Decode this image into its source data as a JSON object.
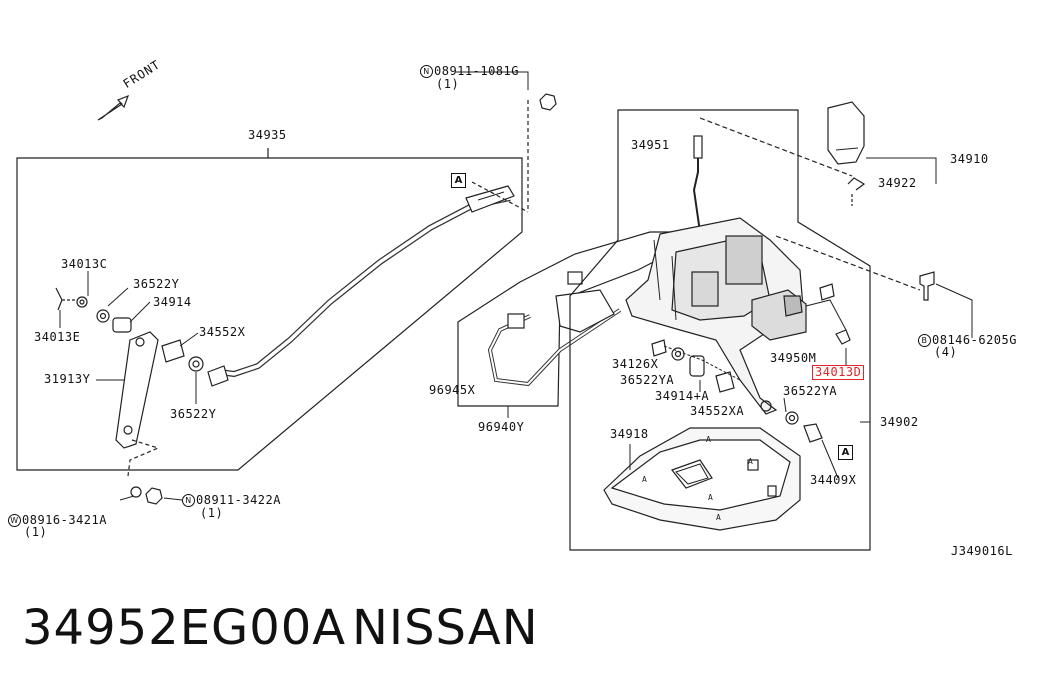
{
  "diagram": {
    "front_label": "FRONT",
    "reference_marker": "A",
    "drawing_code": "J349016L",
    "parts": {
      "p34935": "34935",
      "p34013C": "34013C",
      "p36522Y_a": "36522Y",
      "p34914": "34914",
      "p34013E": "34013E",
      "p34552X": "34552X",
      "p31913Y": "31913Y",
      "p36522Y_b": "36522Y",
      "p08916": "08916-3421A",
      "p08916_qty": "(1)",
      "p08916_sym": "W",
      "p08911_3422A": "08911-3422A",
      "p08911_3422A_qty": "(1)",
      "p08911_3422A_sym": "N",
      "p08911_1081G": "08911-1081G",
      "p08911_1081G_qty": "(1)",
      "p08911_1081G_sym": "N",
      "p96945X": "96945X",
      "p96940Y": "96940Y",
      "p34951": "34951",
      "p34910": "34910",
      "p34922": "34922",
      "p08146": "08146-6205G",
      "p08146_qty": "(4)",
      "p08146_sym": "B",
      "p34950M": "34950M",
      "p34013D": "34013D",
      "p34126X": "34126X",
      "p36522YA_a": "36522YA",
      "p34914A": "34914+A",
      "p34552XA": "34552XA",
      "p36522YA_b": "36522YA",
      "p34902": "34902",
      "p34918": "34918",
      "p34409X": "34409X"
    },
    "highlight_color": "#e0262b"
  },
  "footer": {
    "part_number": "34952EG00A",
    "brand": "NISSAN"
  }
}
